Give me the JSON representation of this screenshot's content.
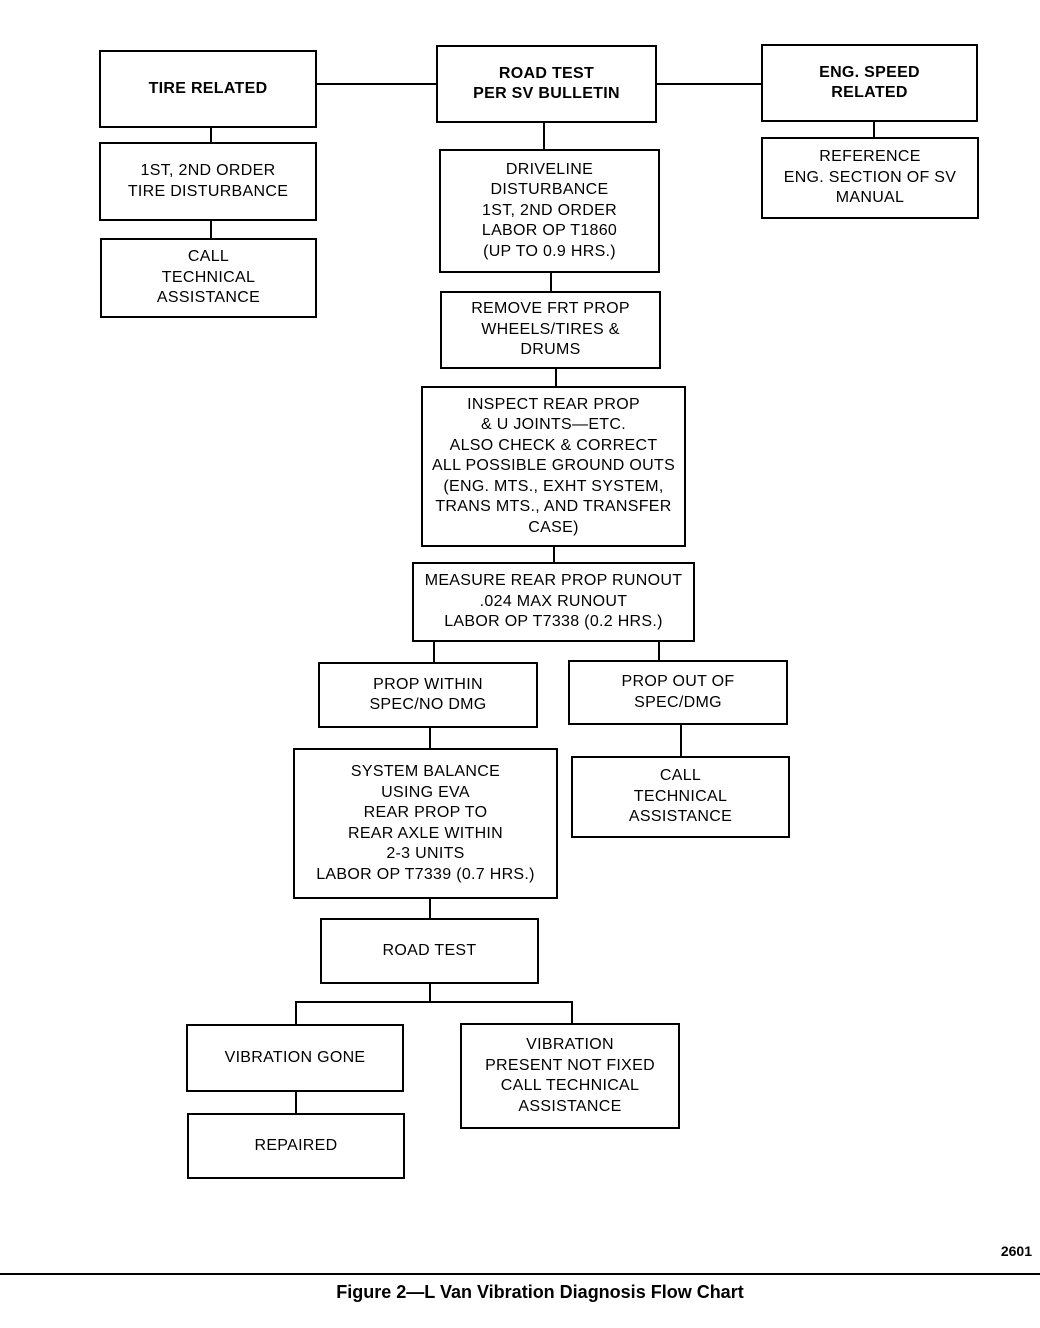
{
  "nodes": {
    "tire_related": [
      "TIRE RELATED"
    ],
    "road_test_bulletin": [
      "ROAD TEST",
      "PER SV BULLETIN"
    ],
    "eng_speed_related": [
      "ENG. SPEED",
      "RELATED"
    ],
    "tire_disturbance": [
      "1ST, 2ND ORDER",
      "TIRE DISTURBANCE"
    ],
    "call_tech_1": [
      "CALL",
      "TECHNICAL",
      "ASSISTANCE"
    ],
    "driveline_disturbance": [
      "DRIVELINE",
      "DISTURBANCE",
      "1ST, 2ND ORDER",
      "LABOR OP T1860",
      "(UP TO 0.9 HRS.)"
    ],
    "reference_eng": [
      "REFERENCE",
      "ENG. SECTION OF SV",
      "MANUAL"
    ],
    "remove_frt_prop": [
      "REMOVE FRT PROP",
      "WHEELS/TIRES &",
      "DRUMS"
    ],
    "inspect_rear_prop": [
      "INSPECT REAR PROP",
      "& U JOINTS—ETC.",
      "ALSO CHECK & CORRECT",
      "ALL POSSIBLE GROUND OUTS",
      "(ENG. MTS., EXHT SYSTEM,",
      "TRANS MTS., AND TRANSFER",
      "CASE)"
    ],
    "measure_runout": [
      "MEASURE REAR PROP RUNOUT",
      ".024 MAX RUNOUT",
      "LABOR OP T7338 (0.2 HRS.)"
    ],
    "prop_within_spec": [
      "PROP WITHIN",
      "SPEC/NO DMG"
    ],
    "prop_out_of_spec": [
      "PROP OUT OF",
      "SPEC/DMG"
    ],
    "system_balance": [
      "SYSTEM BALANCE",
      "USING EVA",
      "REAR PROP TO",
      "REAR AXLE WITHIN",
      "2-3 UNITS",
      "LABOR OP T7339 (0.7 HRS.)"
    ],
    "call_tech_2": [
      "CALL",
      "TECHNICAL",
      "ASSISTANCE"
    ],
    "road_test": [
      "ROAD TEST"
    ],
    "vibration_gone": [
      "VIBRATION GONE"
    ],
    "vibration_present": [
      "VIBRATION",
      "PRESENT NOT FIXED",
      "CALL TECHNICAL",
      "ASSISTANCE"
    ],
    "repaired": [
      "REPAIRED"
    ]
  },
  "edges": [
    [
      "tire_related",
      "road_test_bulletin"
    ],
    [
      "road_test_bulletin",
      "eng_speed_related"
    ],
    [
      "tire_related",
      "tire_disturbance"
    ],
    [
      "tire_disturbance",
      "call_tech_1"
    ],
    [
      "road_test_bulletin",
      "driveline_disturbance"
    ],
    [
      "eng_speed_related",
      "reference_eng"
    ],
    [
      "driveline_disturbance",
      "remove_frt_prop"
    ],
    [
      "remove_frt_prop",
      "inspect_rear_prop"
    ],
    [
      "inspect_rear_prop",
      "measure_runout"
    ],
    [
      "measure_runout",
      "prop_within_spec"
    ],
    [
      "measure_runout",
      "prop_out_of_spec"
    ],
    [
      "prop_within_spec",
      "system_balance"
    ],
    [
      "prop_out_of_spec",
      "call_tech_2"
    ],
    [
      "system_balance",
      "road_test"
    ],
    [
      "road_test",
      "vibration_gone"
    ],
    [
      "road_test",
      "vibration_present"
    ],
    [
      "vibration_gone",
      "repaired"
    ]
  ],
  "reference_number": "2601",
  "caption": "Figure 2—L Van Vibration Diagnosis Flow Chart"
}
